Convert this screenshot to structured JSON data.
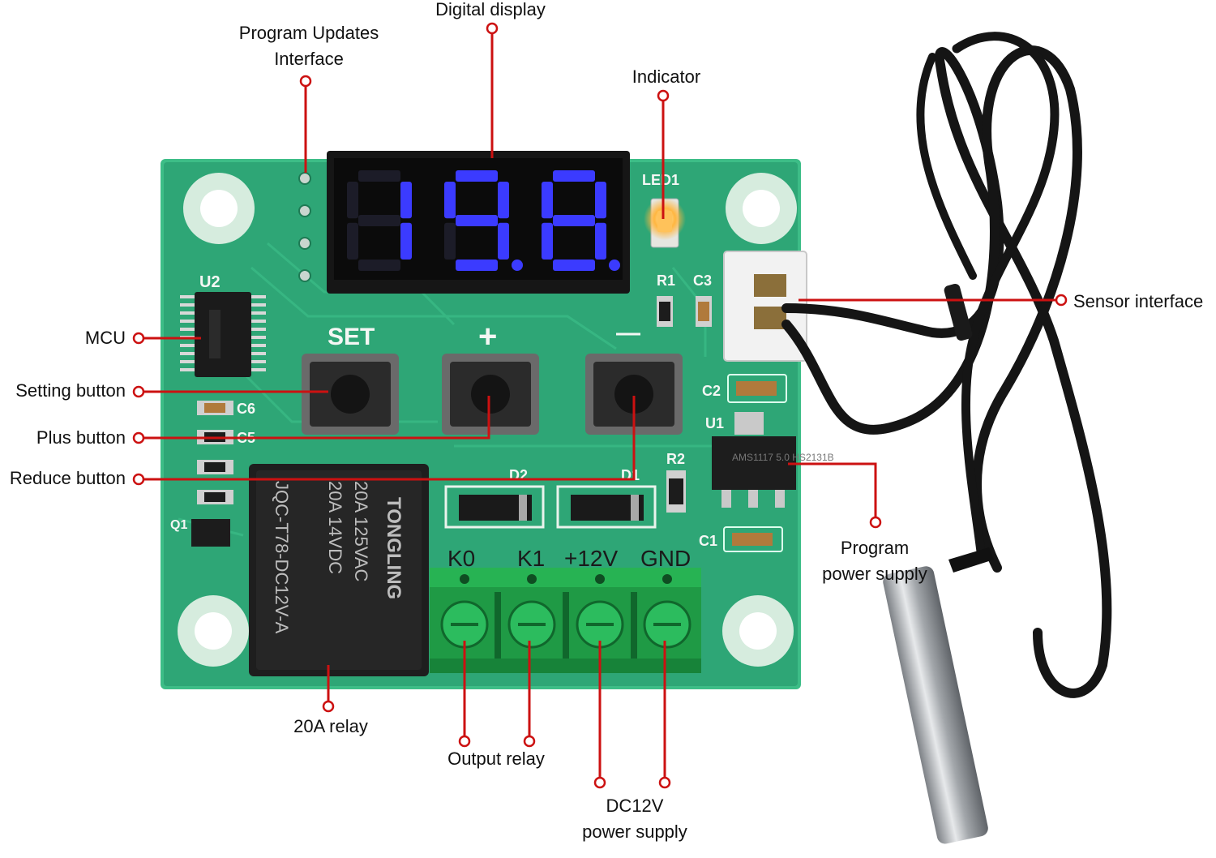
{
  "callouts": {
    "digital_display": "Digital display",
    "program_updates_line1": "Program Updates",
    "program_updates_line2": "Interface",
    "indicator": "Indicator",
    "sensor_interface": "Sensor interface",
    "mcu": "MCU",
    "setting_button": "Setting button",
    "plus_button": "Plus button",
    "reduce_button": "Reduce button",
    "program_power_line1": "Program",
    "program_power_line2": "power supply",
    "relay_20a": "20A relay",
    "output_relay": "Output relay",
    "dc12v_line1": "DC12V",
    "dc12v_line2": "power supply"
  },
  "board": {
    "silk": {
      "u2": "U2",
      "set": "SET",
      "plus": "+",
      "minus": "—",
      "led1": "LED1",
      "r1": "R1",
      "c3": "C3",
      "c2": "C2",
      "u1": "U1",
      "r2": "R2",
      "c1": "C1",
      "c6": "C6",
      "c5": "C5",
      "q1": "Q1",
      "d2": "D2",
      "d1": "D1",
      "k0": "K0",
      "k1": "K1",
      "v12": "+12V",
      "gnd": "GND"
    },
    "display_digits": [
      "1",
      "9.",
      "8."
    ],
    "relay_text": {
      "brand": "TONGLING",
      "rating1": "20A  125VAC",
      "rating2": "20A   14VDC",
      "model": "JQC-T78-DC12V-A"
    },
    "regulator_text": "AMS1117 5.0 HS2131B"
  },
  "colors": {
    "pcb": "#2bb07a",
    "pcb_edge": "#cfe9dc",
    "segment": "#3b3bff",
    "led": "#ffb640",
    "callout_line": "#cc1111",
    "terminal": "#1f9a45",
    "probe_steel": "#b9bcbf"
  }
}
